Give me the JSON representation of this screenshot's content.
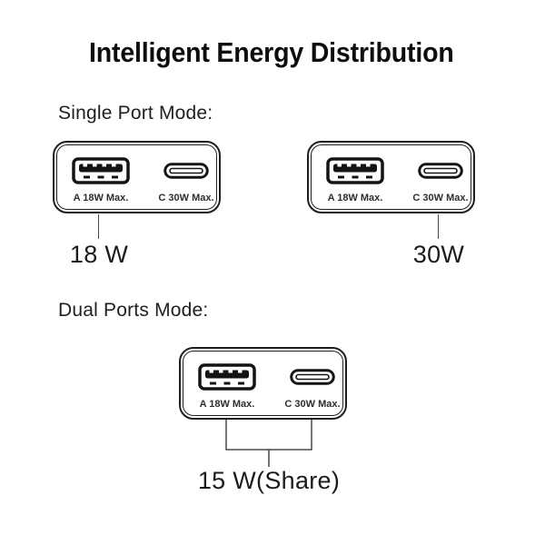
{
  "page": {
    "title": "Intelligent Energy Distribution",
    "background_color": "#ffffff",
    "ink_color": "#1a1a1a",
    "line_color": "#4a4a4a"
  },
  "sections": {
    "single": {
      "label": "Single Port Mode:"
    },
    "dual": {
      "label": "Dual Ports Mode:"
    }
  },
  "charger": {
    "usb_a": {
      "icon": "usb-a-port-icon",
      "label": "A 18W Max."
    },
    "usb_c": {
      "icon": "usb-c-port-icon",
      "label": "C 30W Max."
    }
  },
  "outputs": {
    "single_usb_a_watts": "18 W",
    "single_usb_c_watts": "30W",
    "dual_shared_watts": "15 W(Share)"
  }
}
